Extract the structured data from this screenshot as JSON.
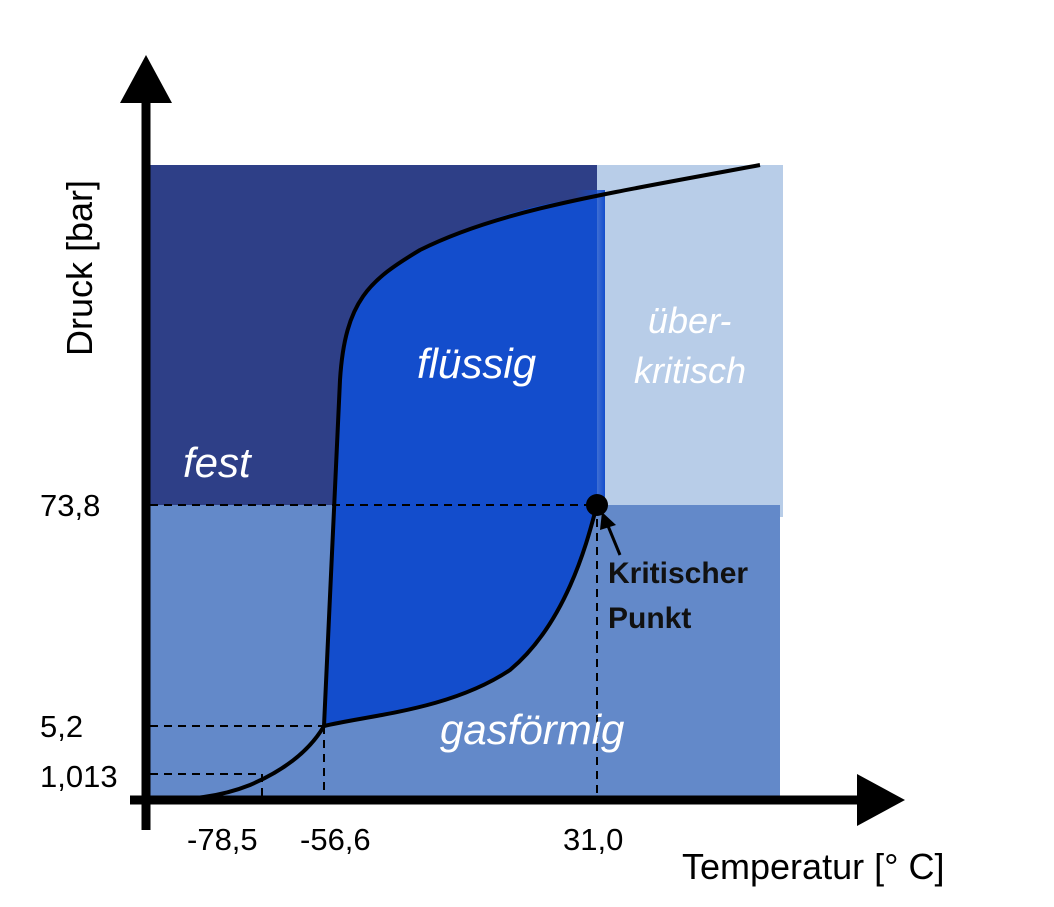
{
  "axes": {
    "y_title": "Druck [bar]",
    "x_title": "Temperatur [° C]"
  },
  "ticks": {
    "y": [
      "73,8",
      "5,2",
      "1,013"
    ],
    "x": [
      "-78,5",
      "-56,6",
      "31,0"
    ]
  },
  "regions": {
    "solid": "fest",
    "liquid": "flüssig",
    "supercritical_line1": "über-",
    "supercritical_line2": "kritisch",
    "gas": "gasförmig"
  },
  "annotation": {
    "line1": "Kritischer",
    "line2": "Punkt"
  },
  "colors": {
    "solid": "#2e3f87",
    "liquid": "#134dcc",
    "gas": "#6389c9",
    "supercritical": "#b8cde8",
    "axis": "#000000"
  }
}
